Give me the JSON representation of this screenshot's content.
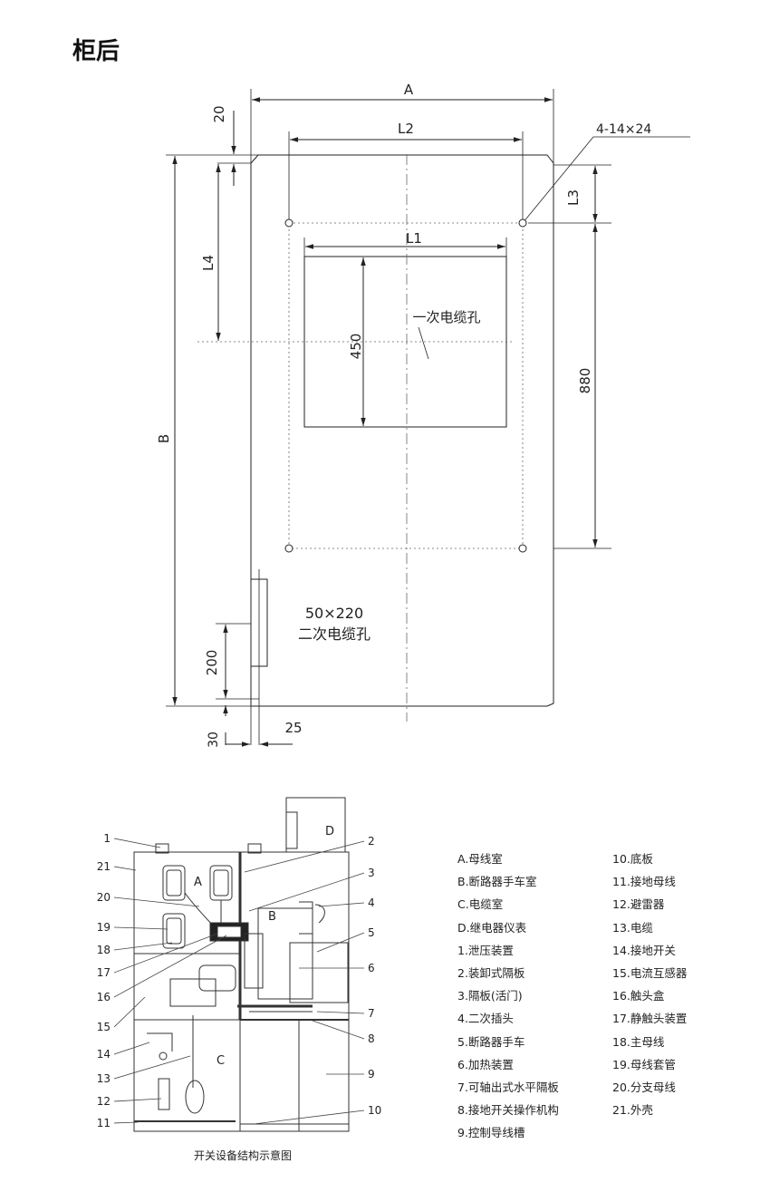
{
  "title": "柜后",
  "rear_view": {
    "dim_A": "A",
    "dim_L2": "L2",
    "dim_20": "20",
    "dim_holes": "4-14×24",
    "dim_L3": "L3",
    "dim_L4": "L4",
    "dim_L1": "L1",
    "dim_450": "450",
    "primary_cable_hole": "一次电缆孔",
    "dim_880": "880",
    "dim_B": "B",
    "secondary_hole_size": "50×220",
    "secondary_cable_hole": "二次电缆孔",
    "dim_200": "200",
    "dim_30": "30",
    "dim_25": "25"
  },
  "structure": {
    "compartments": {
      "a": "A",
      "b": "B",
      "c": "C",
      "d": "D"
    },
    "callouts_left": [
      "1",
      "21",
      "20",
      "19",
      "18",
      "17",
      "16",
      "15",
      "14",
      "13",
      "12",
      "11"
    ],
    "callouts_right": [
      "2",
      "3",
      "4",
      "5",
      "6",
      "7",
      "8",
      "9",
      "10"
    ],
    "caption": "开关设备结构示意图"
  },
  "legend_left": [
    "A.母线室",
    "B.断路器手车室",
    "C.电缆室",
    "D.继电器仪表",
    "1.泄压装置",
    "2.装卸式隔板",
    "3.隔板(活门)",
    "4.二次插头",
    "5.断路器手车",
    "6.加热装置",
    "7.可轴出式水平隔板",
    "8.接地开关操作机构",
    "9.控制导线槽"
  ],
  "legend_right": [
    "10.底板",
    "11.接地母线",
    "12.避雷器",
    "13.电缆",
    "14.接地开关",
    "15.电流互感器",
    "16.触头盒",
    "17.静触头装置",
    "18.主母线",
    "19.母线套管",
    "20.分支母线",
    "21.外壳"
  ]
}
